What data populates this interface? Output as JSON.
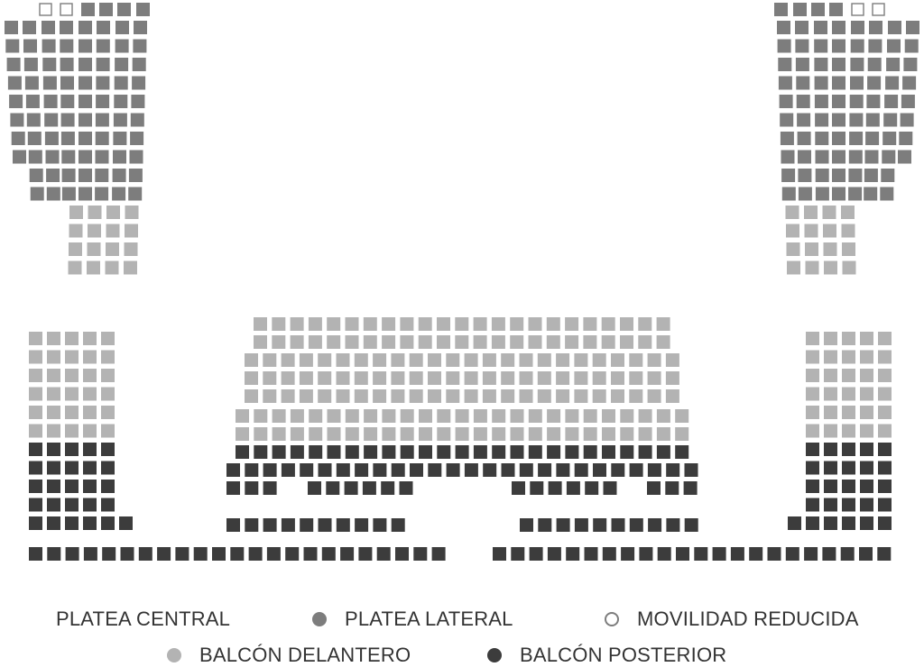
{
  "colors": {
    "platea_central": "#2a2a2a",
    "platea_lateral": "#7d7d7d",
    "movilidad_reducida": "#7d7d7d",
    "balcon_delantero": "#b3b3b3",
    "balcon_posterior": "#3c3c3c"
  },
  "legend": {
    "platea_central": "PLATEA CENTRAL",
    "platea_lateral": "PLATEA LATERAL",
    "movilidad_reducida": "MOVILIDAD REDUCIDA",
    "balcon_delantero": "BALCÓN DELANTERO",
    "balcon_posterior": "BALCÓN POSTERIOR"
  }
}
